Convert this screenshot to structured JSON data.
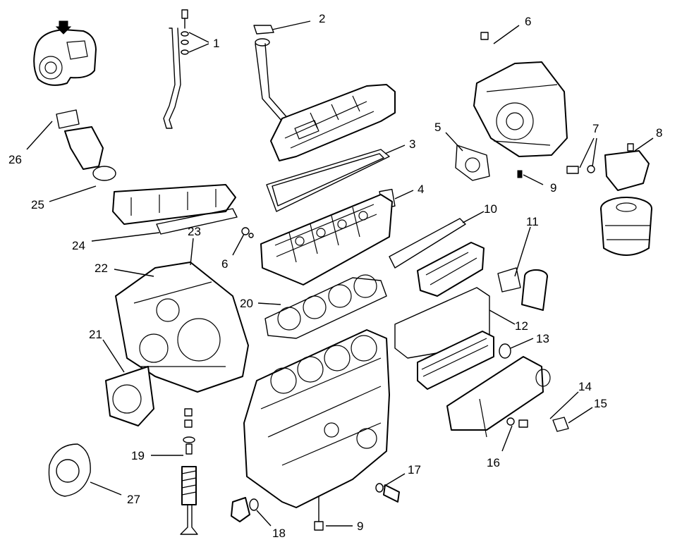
{
  "callouts": [
    {
      "id": "c1",
      "label": "1"
    },
    {
      "id": "c2",
      "label": "2"
    },
    {
      "id": "c3",
      "label": "3"
    },
    {
      "id": "c4",
      "label": "4"
    },
    {
      "id": "c5",
      "label": "5"
    },
    {
      "id": "c6a",
      "label": "6"
    },
    {
      "id": "c6b",
      "label": "6"
    },
    {
      "id": "c7",
      "label": "7"
    },
    {
      "id": "c8",
      "label": "8"
    },
    {
      "id": "c9a",
      "label": "9"
    },
    {
      "id": "c9b",
      "label": "9"
    },
    {
      "id": "c10",
      "label": "10"
    },
    {
      "id": "c11",
      "label": "11"
    },
    {
      "id": "c12",
      "label": "12"
    },
    {
      "id": "c13",
      "label": "13"
    },
    {
      "id": "c14",
      "label": "14"
    },
    {
      "id": "c15",
      "label": "15"
    },
    {
      "id": "c16",
      "label": "16"
    },
    {
      "id": "c17",
      "label": "17"
    },
    {
      "id": "c18",
      "label": "18"
    },
    {
      "id": "c19",
      "label": "19"
    },
    {
      "id": "c20",
      "label": "20"
    },
    {
      "id": "c21",
      "label": "21"
    },
    {
      "id": "c22",
      "label": "22"
    },
    {
      "id": "c23",
      "label": "23"
    },
    {
      "id": "c24",
      "label": "24"
    },
    {
      "id": "c25",
      "label": "25"
    },
    {
      "id": "c26",
      "label": "26"
    },
    {
      "id": "c27",
      "label": "27"
    }
  ]
}
